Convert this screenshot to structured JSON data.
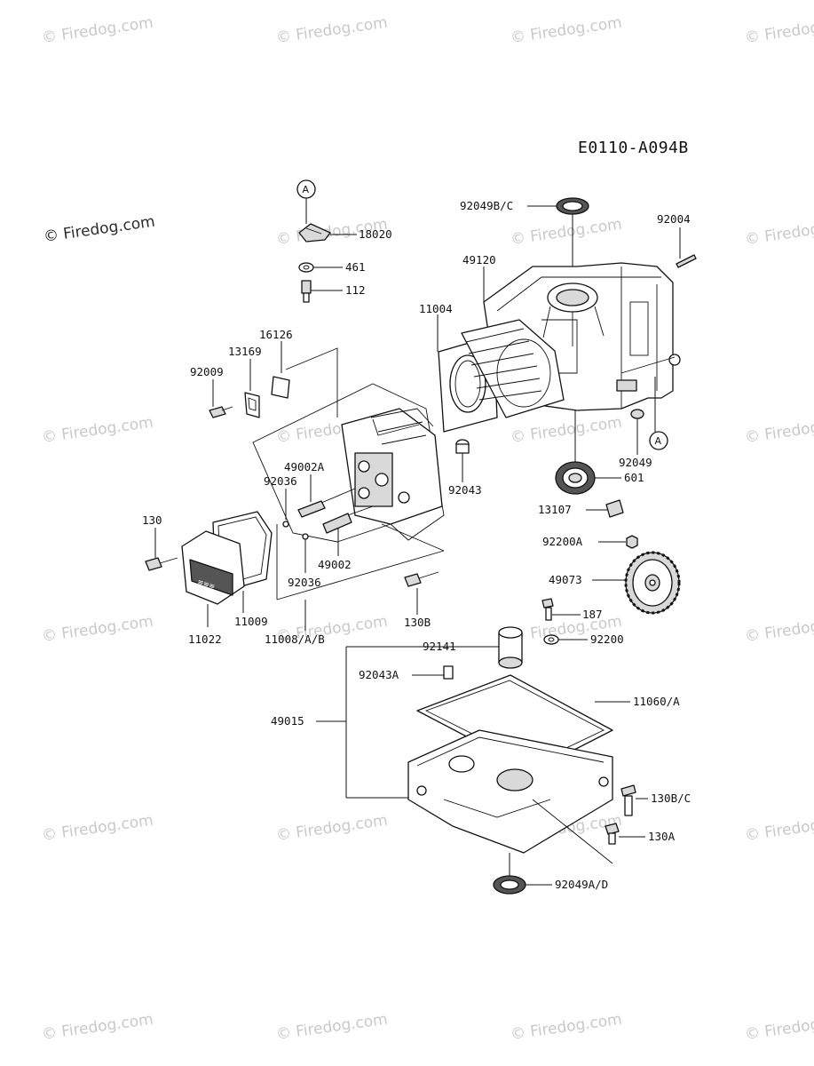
{
  "diagram_code": "E0110-A094B",
  "watermark": "© Firedog.com",
  "reference_marker": "A",
  "parts": {
    "p18020": "18020",
    "p461": "461",
    "p112": "112",
    "p92049BC": "92049B/C",
    "p92004": "92004",
    "p49120": "49120",
    "p11004": "11004",
    "p16126": "16126",
    "p13169": "13169",
    "p92009": "92009",
    "p49002A": "49002A",
    "p92036a": "92036",
    "p92036b": "92036",
    "p92043": "92043",
    "p92049": "92049",
    "p601": "601",
    "p13107": "13107",
    "p92200A": "92200A",
    "p49073": "49073",
    "p130": "130",
    "p49002": "49002",
    "p130B": "130B",
    "p187": "187",
    "p11022": "11022",
    "p11009": "11009",
    "p11008AB": "11008/A/B",
    "p92200": "92200",
    "p92141": "92141",
    "p92043A": "92043A",
    "p11060A": "11060/A",
    "p49015": "49015",
    "p130BC": "130B/C",
    "p130A": "130A",
    "p92049AD": "92049A/D"
  }
}
